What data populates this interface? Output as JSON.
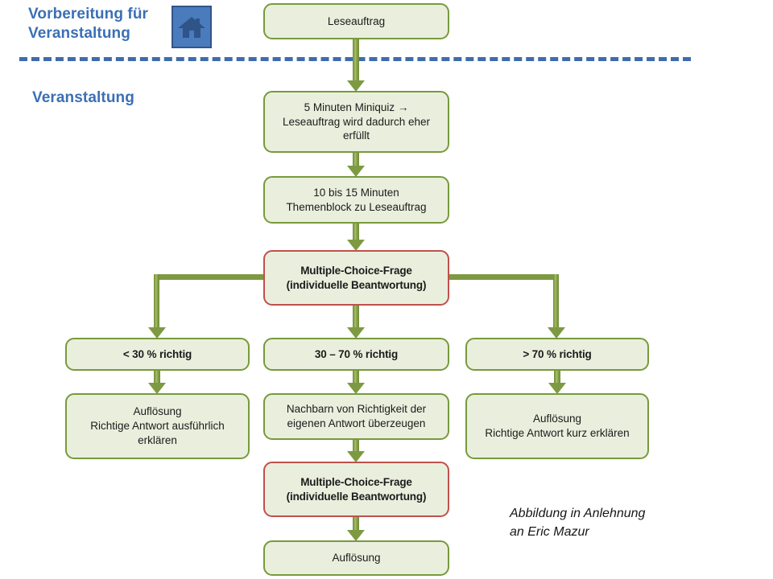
{
  "diagram": {
    "title_phases": {
      "preparation": "Vorbereitung für\nVeranstaltung",
      "event": "Veranstaltung"
    },
    "icons": {
      "home": "house-icon"
    },
    "attribution": "Abbildung in Anlehnung\nan Eric Mazur",
    "colors": {
      "heading_blue": "#3b6fb5",
      "divider_blue": "#3f6cab",
      "node_fill": "#eaefdd",
      "node_border_green": "#779a3c",
      "node_border_red": "#c0504d",
      "arrow_green": "#7d9a42",
      "icon_blue": "#4a7bbd"
    },
    "nodes": [
      {
        "id": "leseauftrag",
        "label": "Leseauftrag"
      },
      {
        "id": "miniquiz",
        "label": "5 Minuten Miniquiz →\nLeseauftrag wird dadurch eher\nerfüllt"
      },
      {
        "id": "themenblock",
        "label": "10 bis 15 Minuten\nThemenblock zu Leseauftrag"
      },
      {
        "id": "mc-frage-1",
        "label": "Multiple-Choice-Frage\n(individuelle Beantwortung)"
      },
      {
        "id": "branch-low",
        "label": "< 30 % richtig"
      },
      {
        "id": "branch-mid",
        "label": "30 – 70 % richtig"
      },
      {
        "id": "branch-high",
        "label": "> 70 % richtig"
      },
      {
        "id": "aufloesung-low",
        "label": "Auflösung\nRichtige Antwort ausführlich\nerklären"
      },
      {
        "id": "nachbarn",
        "label": "Nachbarn von Richtigkeit der\neigenen Antwort überzeugen"
      },
      {
        "id": "aufloesung-high",
        "label": "Auflösung\nRichtige Antwort kurz erklären"
      },
      {
        "id": "mc-frage-2",
        "label": "Multiple-Choice-Frage\n(individuelle Beantwortung)"
      },
      {
        "id": "aufloesung-final",
        "label": "Auflösung"
      }
    ]
  }
}
